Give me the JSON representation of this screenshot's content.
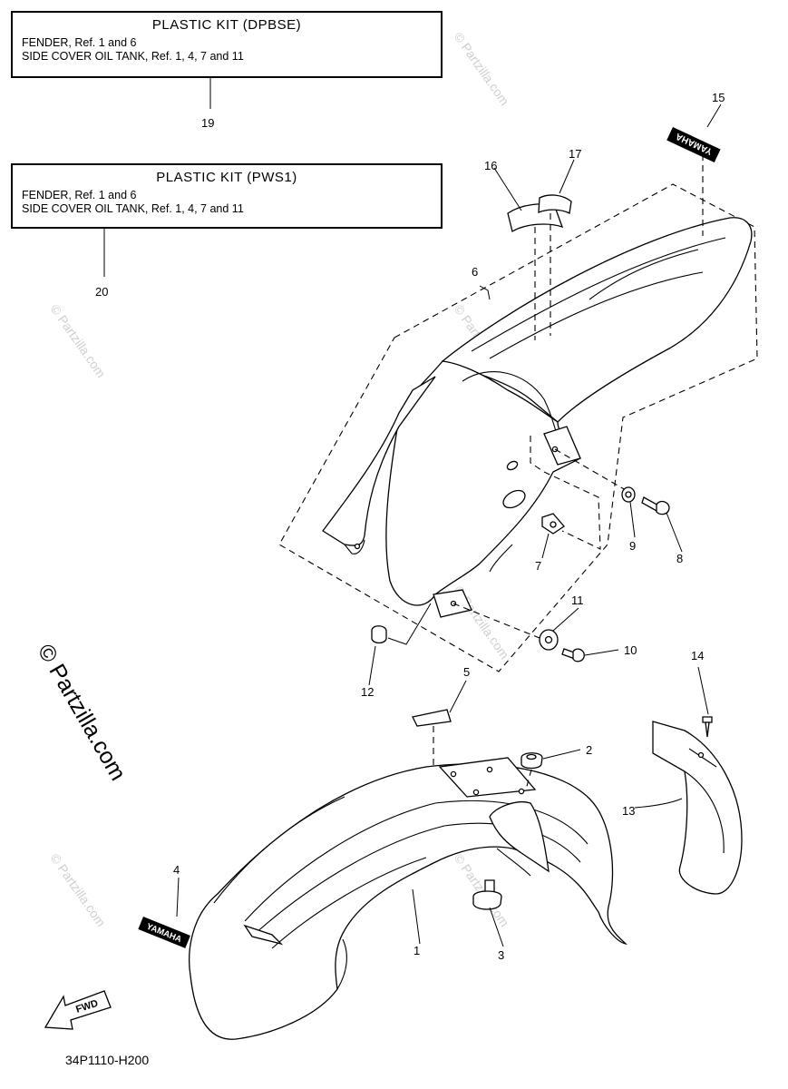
{
  "kits": [
    {
      "title": "PLASTIC KIT (DPBSE)",
      "lines": [
        "FENDER, Ref. 1 and 6",
        "SIDE COVER OIL TANK, Ref. 1, 4, 7 and 11"
      ],
      "ref": "19"
    },
    {
      "title": "PLASTIC KIT (PWS1)",
      "lines": [
        "FENDER, Ref. 1 and 6",
        "SIDE COVER OIL TANK, Ref. 1, 4, 7 and 11"
      ],
      "ref": "20"
    }
  ],
  "callouts": [
    "1",
    "2",
    "3",
    "4",
    "5",
    "6",
    "7",
    "8",
    "9",
    "10",
    "11",
    "12",
    "13",
    "14",
    "15",
    "16",
    "17"
  ],
  "emblem_text": "YAMAHA",
  "fwd_label": "FWD",
  "diagram_code": "34P1110-H200",
  "watermark": "© Partzilla.com",
  "colors": {
    "ink": "#000000",
    "watermark": "#d0d0d0",
    "paper": "#ffffff"
  }
}
